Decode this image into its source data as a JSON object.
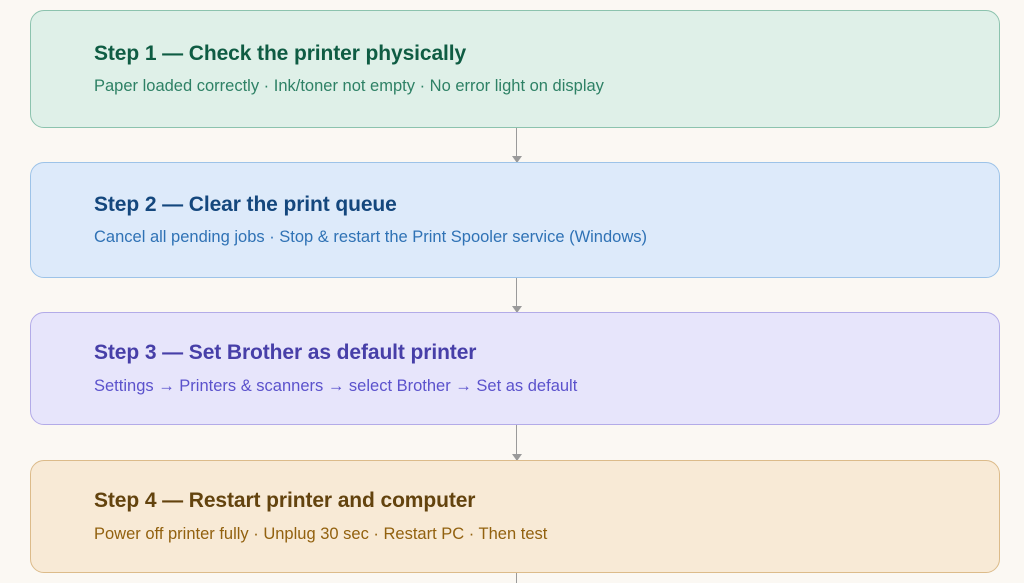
{
  "page": {
    "background_color": "#fbf8f3",
    "orientation": "vertical-flowchart"
  },
  "flow": {
    "steps": [
      {
        "id": "step-1",
        "title": "Step 1 — Check the printer physically",
        "description": "Paper loaded correctly · Ink/toner not empty · No error light on display",
        "fill_color": "#dff0e8",
        "border_color": "#8cc3ae",
        "title_color": "#0f5c43",
        "description_color": "#2e8165"
      },
      {
        "id": "step-2",
        "title": "Step 2 — Clear the print queue",
        "description": "Cancel all pending jobs · Stop & restart the Print Spooler service (Windows)",
        "fill_color": "#ddeafa",
        "border_color": "#9dc3e8",
        "title_color": "#14477d",
        "description_color": "#2f72b5"
      },
      {
        "id": "step-3",
        "title": "Step 3 — Set Brother as default printer",
        "description": "Settings → Printers & scanners → select Brother → Set as default",
        "fill_color": "#e7e5fb",
        "border_color": "#b3abe8",
        "title_color": "#473fa8",
        "description_color": "#5b52cc"
      },
      {
        "id": "step-4",
        "title": "Step 4 — Restart printer and computer",
        "description": "Power off printer fully · Unplug 30 sec · Restart PC · Then test",
        "fill_color": "#f8ead6",
        "border_color": "#dcbb8a",
        "title_color": "#63430e",
        "description_color": "#92610f"
      }
    ],
    "connectors": {
      "color": "#9a9a9a",
      "arrow_icon": "arrow-down-icon"
    }
  }
}
